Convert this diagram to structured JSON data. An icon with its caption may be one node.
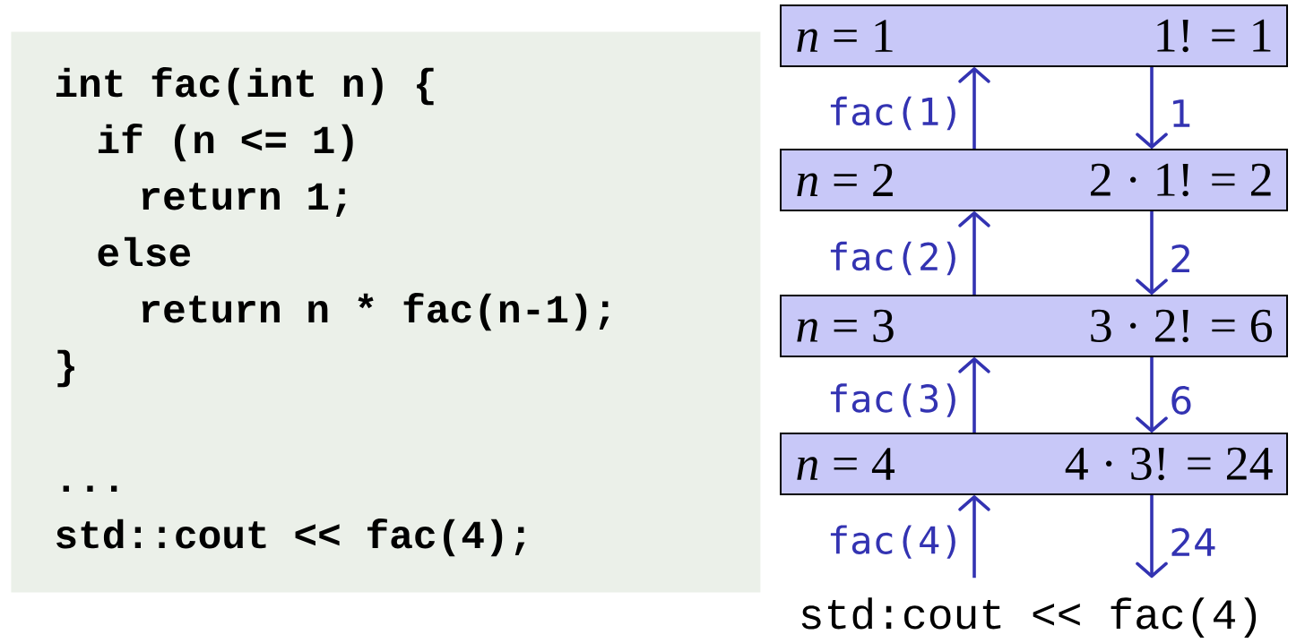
{
  "diagram": {
    "nodes": [
      {
        "text": [
          "int fac(int n) {",
          "if (n <= 1)",
          "return 1;",
          "else",
          "return n * fac(n-1);",
          "}",
          "...",
          "std::cout << fac(4);"
        ]
      },
      {
        "text": [
          "*n* = 1",
          "1! = 1"
        ]
      },
      {
        "text": [
          "*n* = 2",
          "2 · 1! = 2"
        ]
      },
      {
        "text": [
          "*n* = 3",
          "3 · 2! = 6"
        ]
      },
      {
        "text": [
          "*n* = 4",
          "4 · 3! = 24"
        ]
      },
      {
        "text": [
          "std:cout << fac(4)"
        ]
      }
    ],
    "edges": [
      {
        "from": 2,
        "to": 1,
        "arrow": "to",
        "label": "fac(1)"
      },
      {
        "from": 1,
        "to": 2,
        "arrow": "to",
        "label": "1"
      },
      {
        "from": 3,
        "to": 2,
        "arrow": "to",
        "label": "fac(2)"
      },
      {
        "from": 2,
        "to": 3,
        "arrow": "to",
        "label": "2"
      },
      {
        "from": 4,
        "to": 3,
        "arrow": "to",
        "label": "fac(3)"
      },
      {
        "from": 3,
        "to": 4,
        "arrow": "to",
        "label": "6"
      },
      {
        "from": 5,
        "to": 4,
        "arrow": "to",
        "label": "fac(4)"
      },
      {
        "from": 4,
        "to": 5,
        "arrow": "to",
        "label": "24"
      }
    ]
  }
}
